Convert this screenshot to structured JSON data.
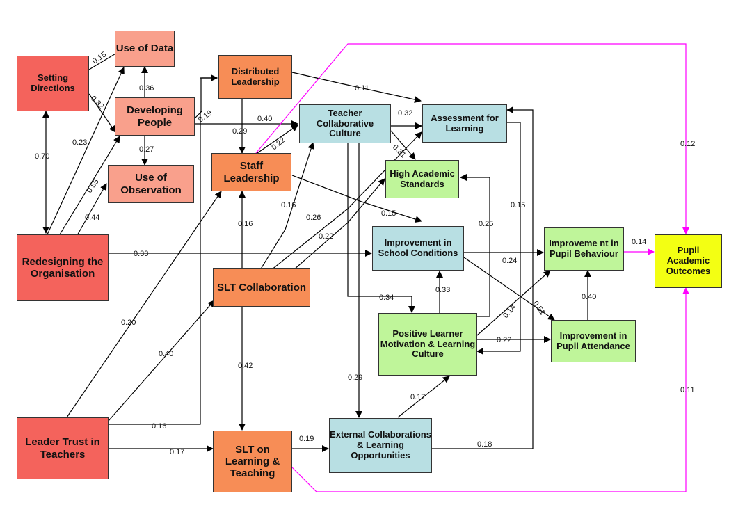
{
  "nodes": {
    "setting_directions": "Setting Directions",
    "use_of_data": "Use of Data",
    "developing_people": "Developing People",
    "use_of_observation": "Use of Observation",
    "distributed_leadership": "Distributed Leadership",
    "staff_leadership": "Staff Leadership",
    "teacher_collaborative_culture": "Teacher Collaborative Culture",
    "assessment_for_learning": "Assessment for Learning",
    "high_academic_standards": "High Academic Standards",
    "redesigning_the_organisation": "Redesigning the Organisation",
    "improvement_in_school_conditions": "Improvement in School Conditions",
    "improvement_in_pupil_behaviour": "Improveme nt in Pupil Behaviour",
    "pupil_academic_outcomes": "Pupil Academic Outcomes",
    "slt_collaboration": "SLT Collaboration",
    "positive_learner_motivation": "Positive Learner Motivation & Learning Culture",
    "improvement_in_pupil_attendance": "Improvement in Pupil Attendance",
    "leader_trust_in_teachers": "Leader Trust in Teachers",
    "slt_on_learning_teaching": "SLT on Learning & Teaching",
    "external_collaborations": "External Collaborations & Learning Opportunities"
  },
  "coefficients": {
    "sd_data": "0.15",
    "sd_dp": "0.32",
    "sd_redesign": "0.70",
    "dp_data": "0.36",
    "dp_obs": "0.27",
    "dp_dl": "0.19",
    "red_data": "0.23",
    "red_dp": "0.55",
    "red_obs": "0.44",
    "dl_afl": "0.11",
    "dl_staff": "0.29",
    "dp_tcc": "0.40",
    "staff_tcc": "0.22",
    "tcc_afl": "0.32",
    "tcc_has": "0.31",
    "staff_isc": "0.15",
    "slt_tcc": "0.16",
    "slt_afl": "0.26",
    "slt_has": "0.22",
    "slt_staff": "0.16",
    "red_isc": "0.33",
    "plm_has": "0.25",
    "afl_att": "0.15",
    "isc_beh": "0.24",
    "isc_att": "0.51",
    "plm_isc": "0.33",
    "tcc_plm": "0.34",
    "plm_beh": "0.14",
    "att_plm": "0.22",
    "att_beh": "0.40",
    "beh_pao": "0.14",
    "tcc_pao": "0.12",
    "ltt_staff": "0.20",
    "ltt_slt": "0.40",
    "ltt_dl": "0.16",
    "ltt_sltlt": "0.17",
    "slt_sltlt": "0.42",
    "sltlt_ext": "0.19",
    "tcc_ext": "0.29",
    "ext_plm": "0.17",
    "ext_afl": "0.18",
    "sltlt_pao": "0.11"
  },
  "colors": {
    "arrow": "#000000",
    "magenta_arrow": "#ff00ff",
    "red_box": "#f4635c",
    "salmon_box": "#f9a08c",
    "orange_box": "#f78d56",
    "blue_box": "#b8dfe3",
    "green_box": "#bff59a",
    "yellow_box": "#f3ff13"
  }
}
